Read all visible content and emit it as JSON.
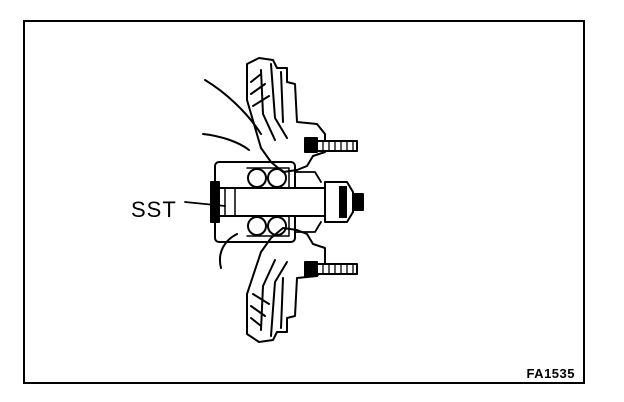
{
  "figure": {
    "callout_label": "SST",
    "figure_code": "FA1535"
  },
  "illustration": {
    "subject": "hub-bearing-assembly-cross-section",
    "ink_color": "#000000",
    "paper_color": "#ffffff"
  }
}
